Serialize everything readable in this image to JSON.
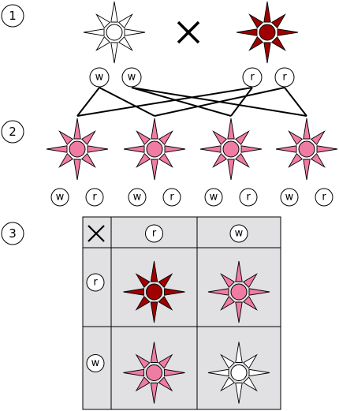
{
  "steps": [
    "1",
    "2",
    "3"
  ],
  "colors": {
    "white": "#ffffff",
    "red": "#a00000",
    "pink": "#f07ca3",
    "punnett_bg": "#e1e1e4",
    "line": "#000000"
  },
  "parents": {
    "cross_symbol": "✕",
    "left": {
      "flower": "white",
      "alleles": [
        "w",
        "w"
      ]
    },
    "right": {
      "flower": "red",
      "alleles": [
        "r",
        "r"
      ]
    }
  },
  "f1": [
    {
      "flower": "pink",
      "alleles": [
        "w",
        "r"
      ]
    },
    {
      "flower": "pink",
      "alleles": [
        "w",
        "r"
      ]
    },
    {
      "flower": "pink",
      "alleles": [
        "w",
        "r"
      ]
    },
    {
      "flower": "pink",
      "alleles": [
        "w",
        "r"
      ]
    }
  ],
  "punnett": {
    "corner_symbol": "✕",
    "col_headers": [
      "r",
      "w"
    ],
    "row_headers": [
      "r",
      "w"
    ],
    "cells": [
      [
        "red",
        "pink"
      ],
      [
        "pink",
        "white"
      ]
    ]
  }
}
